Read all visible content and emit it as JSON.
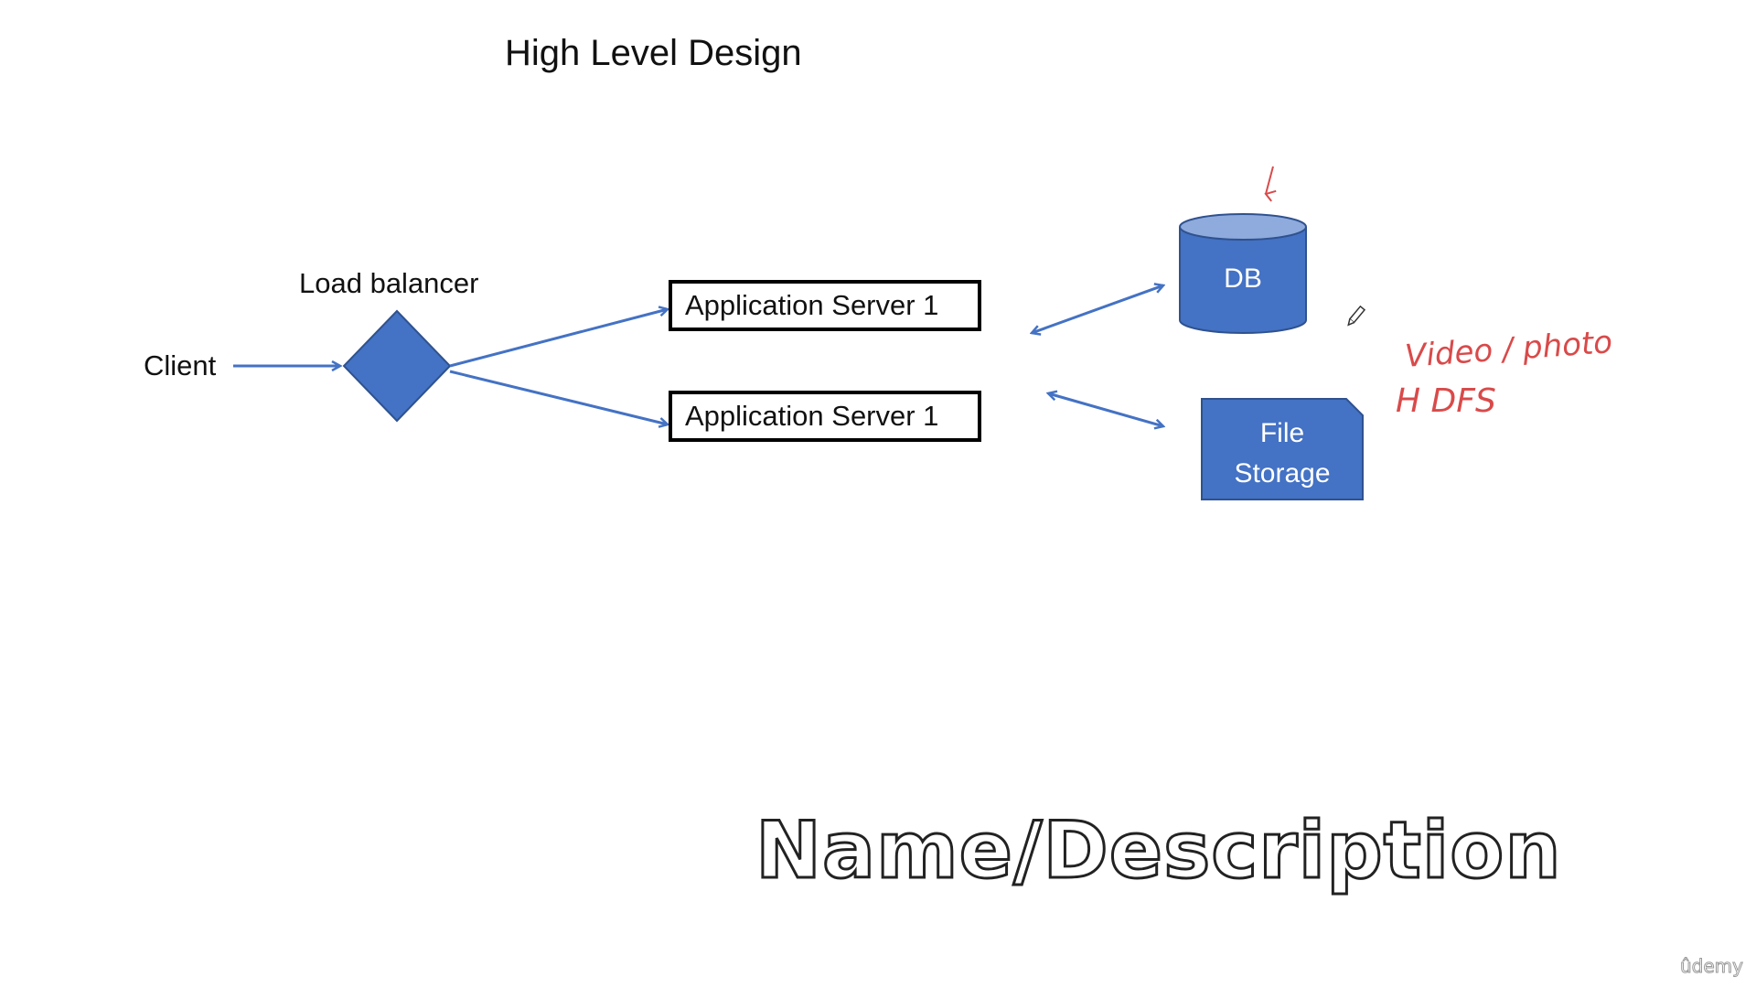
{
  "diagram": {
    "title": "High Level Design",
    "client_label": "Client",
    "load_balancer_label": "Load balancer",
    "app_server_top_label": "Application Server 1",
    "app_server_bottom_label": "Application Server 1",
    "db_label": "DB",
    "file_storage_line1": "File",
    "file_storage_line2": "Storage"
  },
  "annotations": {
    "handwritten_line1": "Video / photo",
    "handwritten_line2": "H DFS"
  },
  "overlay": {
    "caption": "Name/Description",
    "watermark": "ûdemy"
  },
  "colors": {
    "shape_fill": "#4472c4",
    "shape_stroke": "#2f528f",
    "db_top_fill": "#8faadc",
    "arrow": "#4472c4",
    "handwriting": "#d94a4a"
  }
}
